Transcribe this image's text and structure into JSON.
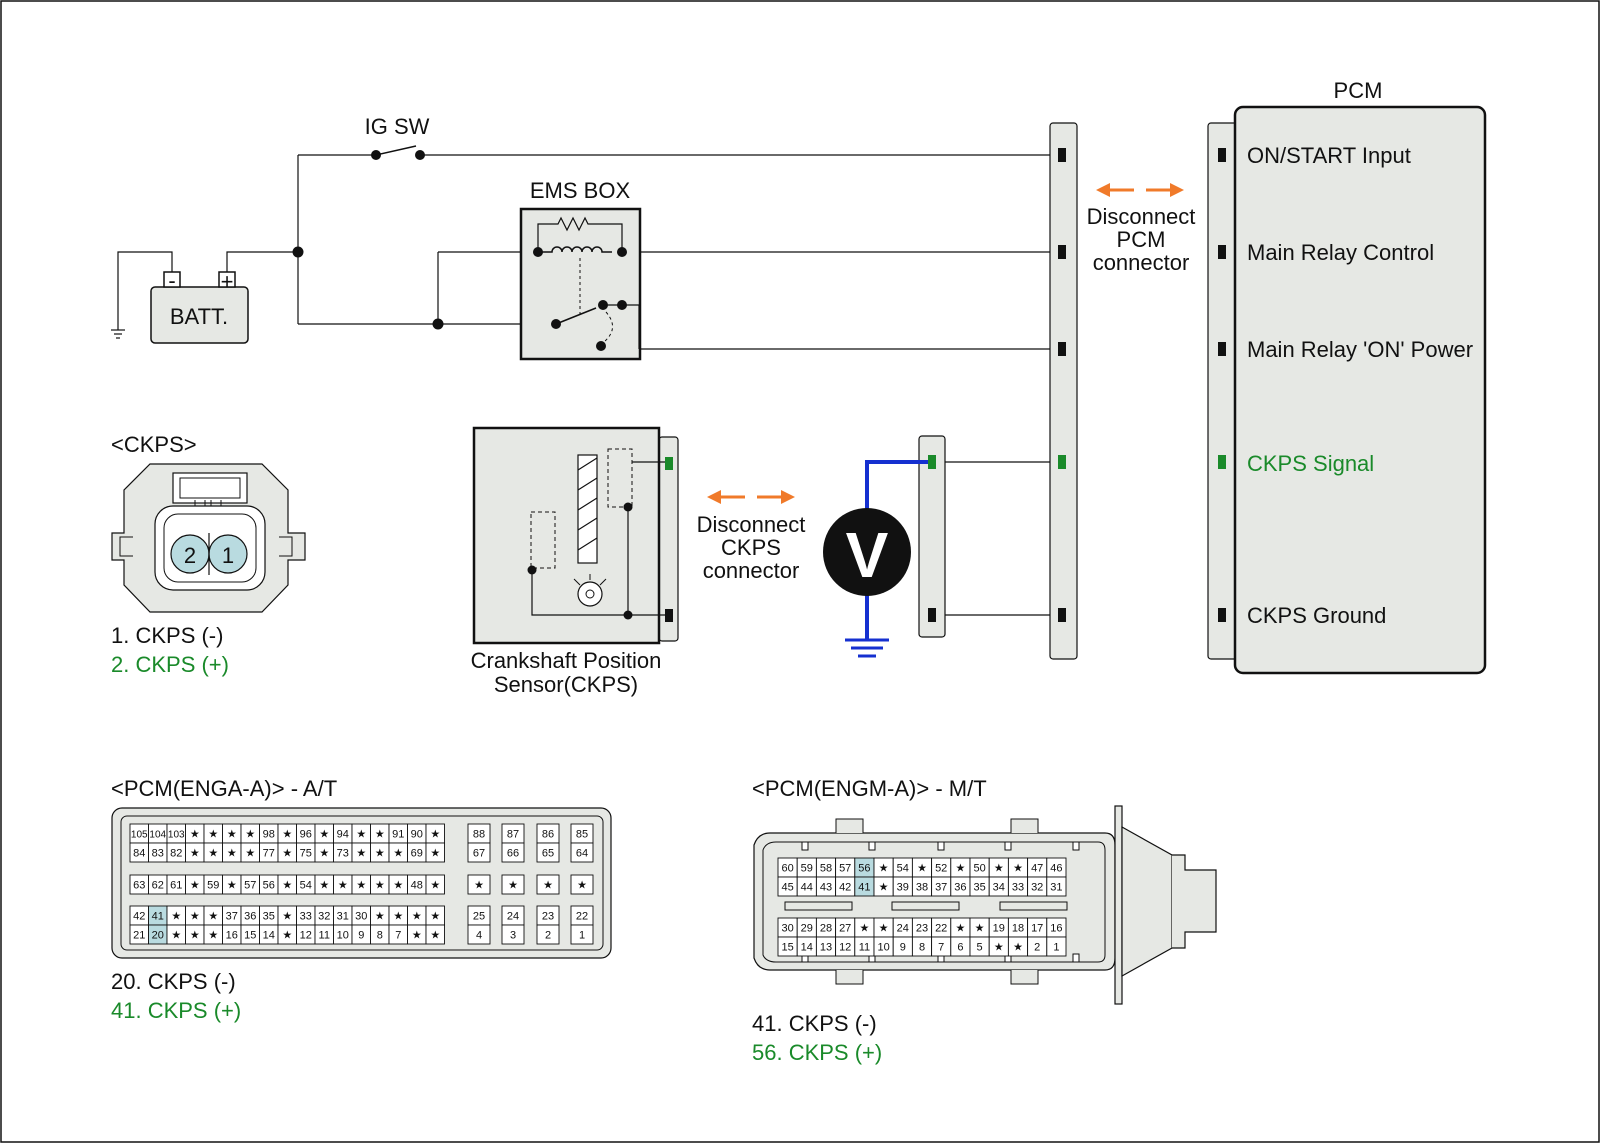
{
  "colors": {
    "wire": "#111111",
    "ckps_green": "#1a8a2a",
    "arrow_orange": "#f07a2a",
    "meter_blue": "#1530d0",
    "panel_fill": "#e6e8e4",
    "pin_highlight": "#b9dbe0"
  },
  "circuit": {
    "ig_sw": "IG SW",
    "ems_box": "EMS BOX",
    "batt": "BATT.",
    "batt_minus": "-",
    "batt_plus": "+",
    "pcm_title": "PCM",
    "pcm_pins": [
      "ON/START Input",
      "Main Relay Control",
      "Main Relay 'ON' Power",
      "CKPS Signal",
      "CKPS Ground"
    ],
    "disconnect_pcm": [
      "Disconnect",
      "PCM",
      "connector"
    ],
    "disconnect_ckps": [
      "Disconnect",
      "CKPS",
      "connector"
    ],
    "sensor_label": [
      "Crankshaft Position",
      "Sensor(CKPS)"
    ],
    "meter_symbol": "V"
  },
  "ckps_connector": {
    "title": "<CKPS>",
    "pin_numbers": [
      "2",
      "1"
    ],
    "legend": [
      "1. CKPS (-)",
      "2. CKPS (+)"
    ]
  },
  "pcm_enga": {
    "title": "<PCM(ENGA-A)> - A/T",
    "rows": [
      [
        "105",
        "104",
        "103",
        "★",
        "★",
        "★",
        "★",
        "98",
        "★",
        "96",
        "★",
        "94",
        "★",
        "★",
        "91",
        "90",
        "★"
      ],
      [
        "84",
        "83",
        "82",
        "★",
        "★",
        "★",
        "★",
        "77",
        "★",
        "75",
        "★",
        "73",
        "★",
        "★",
        "★",
        "69",
        "★"
      ],
      [
        "63",
        "62",
        "61",
        "★",
        "59",
        "★",
        "57",
        "56",
        "★",
        "54",
        "★",
        "★",
        "★",
        "★",
        "★",
        "48",
        "★"
      ],
      [
        "42",
        "41",
        "★",
        "★",
        "★",
        "37",
        "36",
        "35",
        "★",
        "33",
        "32",
        "31",
        "30",
        "★",
        "★",
        "★",
        "★"
      ],
      [
        "21",
        "20",
        "★",
        "★",
        "★",
        "16",
        "15",
        "14",
        "★",
        "12",
        "11",
        "10",
        "9",
        "8",
        "7",
        "★",
        "★"
      ]
    ],
    "side_rows": [
      [
        "88",
        "87",
        "86",
        "85"
      ],
      [
        "67",
        "66",
        "65",
        "64"
      ],
      [
        "★",
        "★",
        "★",
        "★"
      ],
      [
        "25",
        "24",
        "23",
        "22"
      ],
      [
        "4",
        "3",
        "2",
        "1"
      ]
    ],
    "highlight": [
      "41",
      "20"
    ],
    "legend": [
      "20. CKPS (-)",
      "41. CKPS (+)"
    ]
  },
  "pcm_engm": {
    "title": "<PCM(ENGM-A)> - M/T",
    "rows": [
      [
        "60",
        "59",
        "58",
        "57",
        "56",
        "★",
        "54",
        "★",
        "52",
        "★",
        "50",
        "★",
        "★",
        "47",
        "46"
      ],
      [
        "45",
        "44",
        "43",
        "42",
        "41",
        "★",
        "39",
        "38",
        "37",
        "36",
        "35",
        "34",
        "33",
        "32",
        "31"
      ],
      [
        "30",
        "29",
        "28",
        "27",
        "★",
        "★",
        "24",
        "23",
        "22",
        "★",
        "★",
        "19",
        "18",
        "17",
        "16"
      ],
      [
        "15",
        "14",
        "13",
        "12",
        "11",
        "10",
        "9",
        "8",
        "7",
        "6",
        "5",
        "★",
        "★",
        "2",
        "1"
      ]
    ],
    "highlight": [
      "56",
      "41"
    ],
    "legend": [
      "41. CKPS (-)",
      "56. CKPS (+)"
    ]
  }
}
